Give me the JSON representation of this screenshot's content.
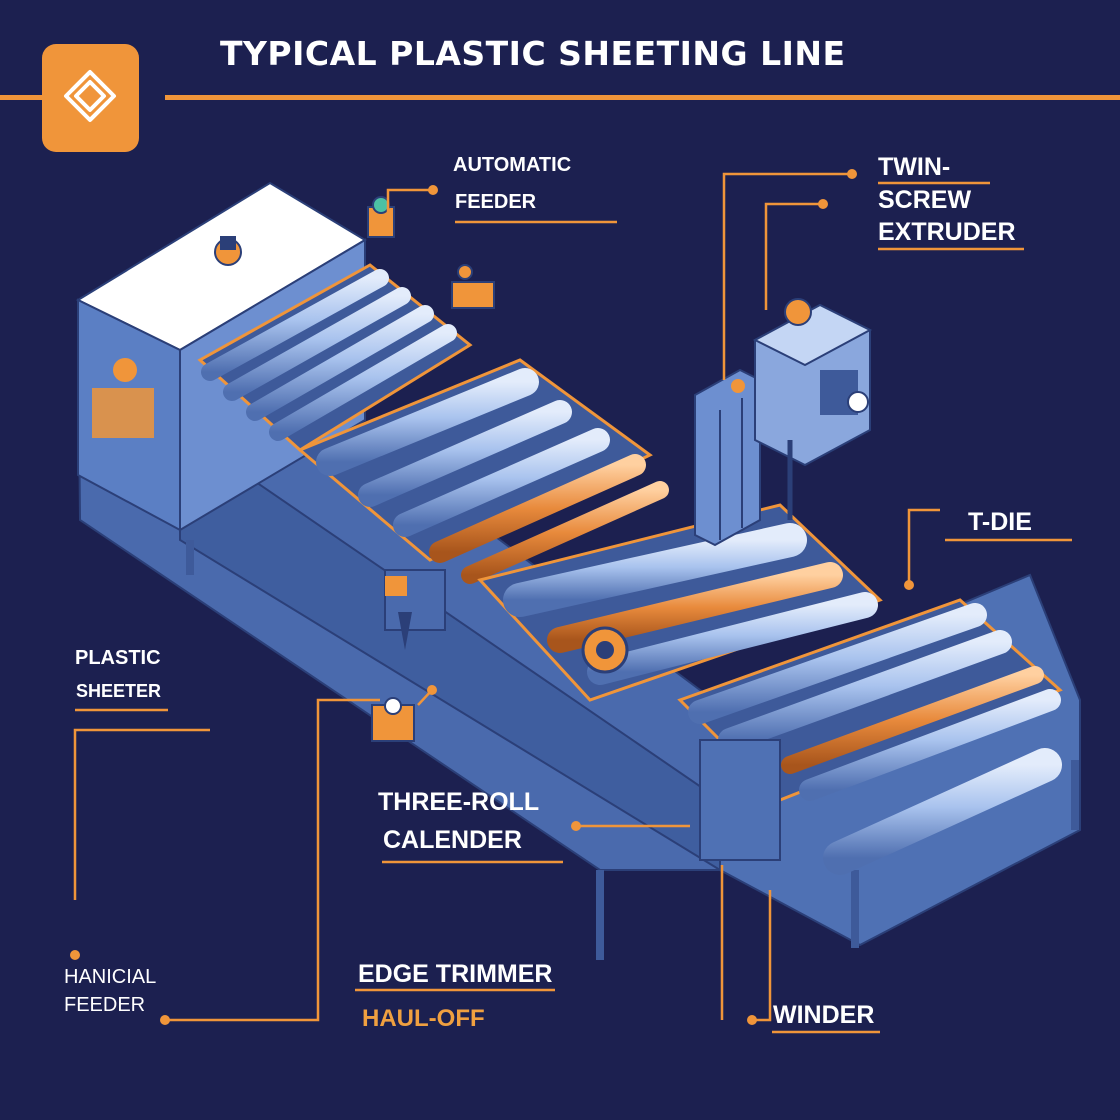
{
  "title": "TYPICAL PLASTIC SHEETING LINE",
  "labels": {
    "automatic_feeder": [
      "AUTOMATIC",
      "FEEDER"
    ],
    "twin_screw_extruder": [
      "TWIN-",
      "SCREW",
      "EXTRUDER"
    ],
    "t_die": "T-DIE",
    "plastic_sheeter": [
      "PLASTIC",
      "SHEETER"
    ],
    "three_roll_calender": [
      "THREE-ROLL",
      "CALENDER"
    ],
    "hanicial_feeder": [
      "HANICIAL",
      "FEEDER"
    ],
    "edge_trimmer": "EDGE TRIMMER",
    "haul_off": "HAUL-OFF",
    "winder": "WINDER"
  },
  "colors": {
    "background": "#1c2050",
    "accent": "#f0953a",
    "machine_body": "#5b7fc4",
    "roller_blue": "#a9c3ee",
    "roller_orange": "#e88a3c"
  },
  "icons": {
    "logo": "interlocking-square-logo-icon"
  }
}
